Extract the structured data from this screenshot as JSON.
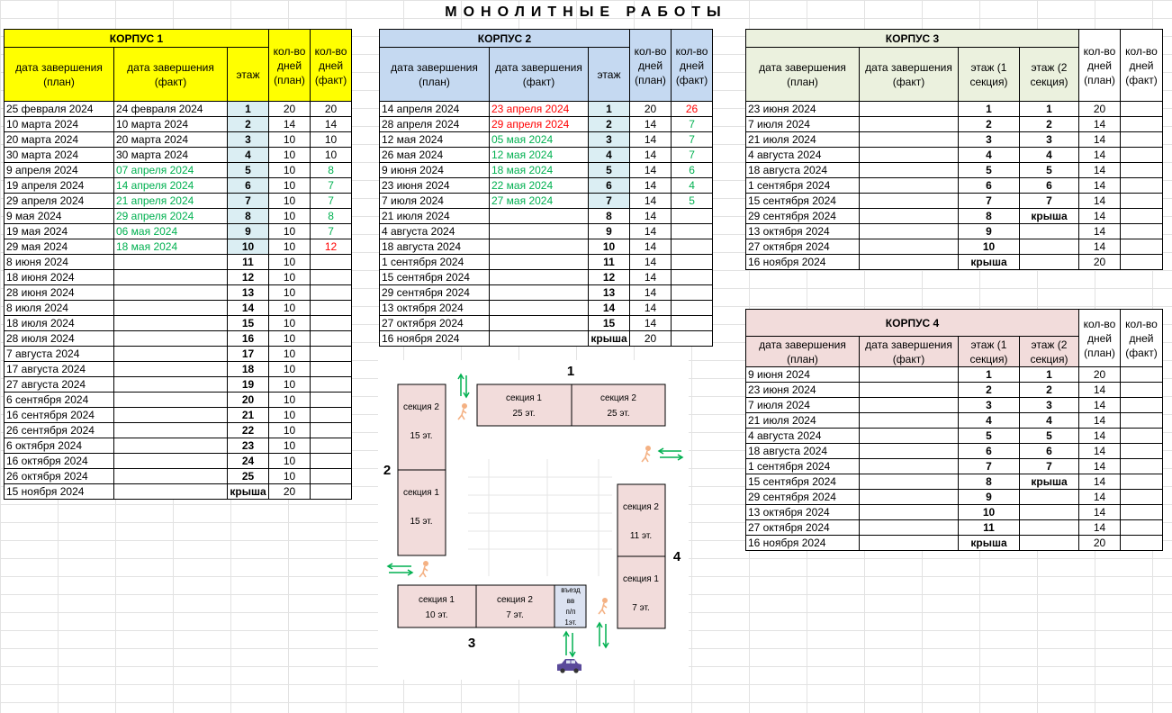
{
  "title": "МОНОЛИТНЫЕ РАБОТЫ",
  "colors": {
    "k1": "#ffff00",
    "k2": "#c5d9f1",
    "k3": "#ebf1de",
    "k4": "#f2dcdb",
    "floor_bg": "#dbeef3",
    "green": "#00b050",
    "red": "#ff0000",
    "building": "#f2dcdb",
    "car": "#5a4a9a",
    "person": "#f4b183"
  },
  "headers": {
    "plan": "дата завершения (план)",
    "fact": "дата завершения (факт)",
    "floor": "этаж",
    "floor1": "этаж (1 секция)",
    "floor2": "этаж (2 секция)",
    "days_plan": "кол-во дней (план)",
    "days_fact": "кол-во дней (факт)"
  },
  "k1": {
    "name": "КОРПУС 1",
    "rows": [
      {
        "plan": "25 февраля 2024",
        "fact": "24 февраля 2024",
        "fc": "b",
        "floor": "1",
        "dp": "20",
        "df": "20",
        "dc": "b"
      },
      {
        "plan": "10 марта 2024",
        "fact": "10 марта 2024",
        "fc": "b",
        "floor": "2",
        "dp": "14",
        "df": "14",
        "dc": "b"
      },
      {
        "plan": "20 марта 2024",
        "fact": "20 марта 2024",
        "fc": "b",
        "floor": "3",
        "dp": "10",
        "df": "10",
        "dc": "b"
      },
      {
        "plan": "30 марта 2024",
        "fact": "30 марта 2024",
        "fc": "b",
        "floor": "4",
        "dp": "10",
        "df": "10",
        "dc": "b"
      },
      {
        "plan": "9 апреля 2024",
        "fact": "07 апреля 2024",
        "fc": "g",
        "floor": "5",
        "dp": "10",
        "df": "8",
        "dc": "g"
      },
      {
        "plan": "19 апреля 2024",
        "fact": "14 апреля 2024",
        "fc": "g",
        "floor": "6",
        "dp": "10",
        "df": "7",
        "dc": "g"
      },
      {
        "plan": "29 апреля 2024",
        "fact": "21 апреля 2024",
        "fc": "g",
        "floor": "7",
        "dp": "10",
        "df": "7",
        "dc": "g"
      },
      {
        "plan": "9 мая 2024",
        "fact": "29 апреля 2024",
        "fc": "g",
        "floor": "8",
        "dp": "10",
        "df": "8",
        "dc": "g"
      },
      {
        "plan": "19 мая 2024",
        "fact": "06 мая 2024",
        "fc": "g",
        "floor": "9",
        "dp": "10",
        "df": "7",
        "dc": "g"
      },
      {
        "plan": "29 мая 2024",
        "fact": "18 мая 2024",
        "fc": "g",
        "floor": "10",
        "dp": "10",
        "df": "12",
        "dc": "r"
      },
      {
        "plan": "8 июня 2024",
        "fact": "",
        "fc": "b",
        "floor": "11",
        "dp": "10",
        "df": "",
        "dc": "b"
      },
      {
        "plan": "18 июня 2024",
        "fact": "",
        "fc": "b",
        "floor": "12",
        "dp": "10",
        "df": "",
        "dc": "b"
      },
      {
        "plan": "28 июня 2024",
        "fact": "",
        "fc": "b",
        "floor": "13",
        "dp": "10",
        "df": "",
        "dc": "b"
      },
      {
        "plan": "8 июля 2024",
        "fact": "",
        "fc": "b",
        "floor": "14",
        "dp": "10",
        "df": "",
        "dc": "b"
      },
      {
        "plan": "18 июля 2024",
        "fact": "",
        "fc": "b",
        "floor": "15",
        "dp": "10",
        "df": "",
        "dc": "b"
      },
      {
        "plan": "28 июля 2024",
        "fact": "",
        "fc": "b",
        "floor": "16",
        "dp": "10",
        "df": "",
        "dc": "b"
      },
      {
        "plan": "7 августа 2024",
        "fact": "",
        "fc": "b",
        "floor": "17",
        "dp": "10",
        "df": "",
        "dc": "b"
      },
      {
        "plan": "17 августа 2024",
        "fact": "",
        "fc": "b",
        "floor": "18",
        "dp": "10",
        "df": "",
        "dc": "b"
      },
      {
        "plan": "27 августа 2024",
        "fact": "",
        "fc": "b",
        "floor": "19",
        "dp": "10",
        "df": "",
        "dc": "b"
      },
      {
        "plan": "6 сентября 2024",
        "fact": "",
        "fc": "b",
        "floor": "20",
        "dp": "10",
        "df": "",
        "dc": "b"
      },
      {
        "plan": "16 сентября 2024",
        "fact": "",
        "fc": "b",
        "floor": "21",
        "dp": "10",
        "df": "",
        "dc": "b"
      },
      {
        "plan": "26 сентября 2024",
        "fact": "",
        "fc": "b",
        "floor": "22",
        "dp": "10",
        "df": "",
        "dc": "b"
      },
      {
        "plan": "6 октября 2024",
        "fact": "",
        "fc": "b",
        "floor": "23",
        "dp": "10",
        "df": "",
        "dc": "b"
      },
      {
        "plan": "16 октября 2024",
        "fact": "",
        "fc": "b",
        "floor": "24",
        "dp": "10",
        "df": "",
        "dc": "b"
      },
      {
        "plan": "26 октября 2024",
        "fact": "",
        "fc": "b",
        "floor": "25",
        "dp": "10",
        "df": "",
        "dc": "b"
      },
      {
        "plan": "15 ноября 2024",
        "fact": "",
        "fc": "b",
        "floor": "крыша",
        "dp": "20",
        "df": "",
        "dc": "b"
      }
    ]
  },
  "k2": {
    "name": "КОРПУС 2",
    "rows": [
      {
        "plan": "14 апреля 2024",
        "fact": "23 апреля 2024",
        "fc": "r",
        "floor": "1",
        "dp": "20",
        "df": "26",
        "dc": "r"
      },
      {
        "plan": "28 апреля 2024",
        "fact": "29 апреля 2024",
        "fc": "r",
        "floor": "2",
        "dp": "14",
        "df": "7",
        "dc": "g"
      },
      {
        "plan": "12 мая 2024",
        "fact": "05 мая 2024",
        "fc": "g",
        "floor": "3",
        "dp": "14",
        "df": "7",
        "dc": "g"
      },
      {
        "plan": "26 мая 2024",
        "fact": "12 мая 2024",
        "fc": "g",
        "floor": "4",
        "dp": "14",
        "df": "7",
        "dc": "g"
      },
      {
        "plan": "9 июня 2024",
        "fact": "18 мая 2024",
        "fc": "g",
        "floor": "5",
        "dp": "14",
        "df": "6",
        "dc": "g"
      },
      {
        "plan": "23 июня 2024",
        "fact": "22 мая 2024",
        "fc": "g",
        "floor": "6",
        "dp": "14",
        "df": "4",
        "dc": "g"
      },
      {
        "plan": "7 июля 2024",
        "fact": "27 мая 2024",
        "fc": "g",
        "floor": "7",
        "dp": "14",
        "df": "5",
        "dc": "g"
      },
      {
        "plan": "21 июля 2024",
        "fact": "",
        "fc": "b",
        "floor": "8",
        "dp": "14",
        "df": "",
        "dc": "b"
      },
      {
        "plan": "4 августа 2024",
        "fact": "",
        "fc": "b",
        "floor": "9",
        "dp": "14",
        "df": "",
        "dc": "b"
      },
      {
        "plan": "18 августа 2024",
        "fact": "",
        "fc": "b",
        "floor": "10",
        "dp": "14",
        "df": "",
        "dc": "b"
      },
      {
        "plan": "1 сентября 2024",
        "fact": "",
        "fc": "b",
        "floor": "11",
        "dp": "14",
        "df": "",
        "dc": "b"
      },
      {
        "plan": "15 сентября 2024",
        "fact": "",
        "fc": "b",
        "floor": "12",
        "dp": "14",
        "df": "",
        "dc": "b"
      },
      {
        "plan": "29 сентября 2024",
        "fact": "",
        "fc": "b",
        "floor": "13",
        "dp": "14",
        "df": "",
        "dc": "b"
      },
      {
        "plan": "13 октября 2024",
        "fact": "",
        "fc": "b",
        "floor": "14",
        "dp": "14",
        "df": "",
        "dc": "b"
      },
      {
        "plan": "27 октября 2024",
        "fact": "",
        "fc": "b",
        "floor": "15",
        "dp": "14",
        "df": "",
        "dc": "b"
      },
      {
        "plan": "16 ноября 2024",
        "fact": "",
        "fc": "b",
        "floor": "крыша",
        "dp": "20",
        "df": "",
        "dc": "b"
      }
    ]
  },
  "k3": {
    "name": "КОРПУС 3",
    "rows": [
      {
        "plan": "23 июня 2024",
        "fact": "",
        "f1": "1",
        "f2": "1",
        "dp": "20",
        "df": ""
      },
      {
        "plan": "7 июля 2024",
        "fact": "",
        "f1": "2",
        "f2": "2",
        "dp": "14",
        "df": ""
      },
      {
        "plan": "21 июля 2024",
        "fact": "",
        "f1": "3",
        "f2": "3",
        "dp": "14",
        "df": ""
      },
      {
        "plan": "4 августа 2024",
        "fact": "",
        "f1": "4",
        "f2": "4",
        "dp": "14",
        "df": ""
      },
      {
        "plan": "18 августа 2024",
        "fact": "",
        "f1": "5",
        "f2": "5",
        "dp": "14",
        "df": ""
      },
      {
        "plan": "1 сентября 2024",
        "fact": "",
        "f1": "6",
        "f2": "6",
        "dp": "14",
        "df": ""
      },
      {
        "plan": "15 сентября 2024",
        "fact": "",
        "f1": "7",
        "f2": "7",
        "dp": "14",
        "df": ""
      },
      {
        "plan": "29 сентября 2024",
        "fact": "",
        "f1": "8",
        "f2": "крыша",
        "dp": "14",
        "df": ""
      },
      {
        "plan": "13 октября 2024",
        "fact": "",
        "f1": "9",
        "f2": "",
        "dp": "14",
        "df": ""
      },
      {
        "plan": "27 октября 2024",
        "fact": "",
        "f1": "10",
        "f2": "",
        "dp": "14",
        "df": ""
      },
      {
        "plan": "16 ноября 2024",
        "fact": "",
        "f1": "крыша",
        "f2": "",
        "dp": "20",
        "df": ""
      }
    ]
  },
  "k4": {
    "name": "КОРПУС 4",
    "rows": [
      {
        "plan": "9 июня 2024",
        "fact": "",
        "f1": "1",
        "f2": "1",
        "dp": "20",
        "df": ""
      },
      {
        "plan": "23 июня 2024",
        "fact": "",
        "f1": "2",
        "f2": "2",
        "dp": "14",
        "df": ""
      },
      {
        "plan": "7 июля 2024",
        "fact": "",
        "f1": "3",
        "f2": "3",
        "dp": "14",
        "df": ""
      },
      {
        "plan": "21 июля 2024",
        "fact": "",
        "f1": "4",
        "f2": "4",
        "dp": "14",
        "df": ""
      },
      {
        "plan": "4 августа 2024",
        "fact": "",
        "f1": "5",
        "f2": "5",
        "dp": "14",
        "df": ""
      },
      {
        "plan": "18 августа 2024",
        "fact": "",
        "f1": "6",
        "f2": "6",
        "dp": "14",
        "df": ""
      },
      {
        "plan": "1 сентября 2024",
        "fact": "",
        "f1": "7",
        "f2": "7",
        "dp": "14",
        "df": ""
      },
      {
        "plan": "15 сентября 2024",
        "fact": "",
        "f1": "8",
        "f2": "крыша",
        "dp": "14",
        "df": ""
      },
      {
        "plan": "29 сентября 2024",
        "fact": "",
        "f1": "9",
        "f2": "",
        "dp": "14",
        "df": ""
      },
      {
        "plan": "13 октября 2024",
        "fact": "",
        "f1": "10",
        "f2": "",
        "dp": "14",
        "df": ""
      },
      {
        "plan": "27 октября 2024",
        "fact": "",
        "f1": "11",
        "f2": "",
        "dp": "14",
        "df": ""
      },
      {
        "plan": "16 ноября 2024",
        "fact": "",
        "f1": "крыша",
        "f2": "",
        "dp": "20",
        "df": ""
      }
    ]
  },
  "diagram": {
    "b1": {
      "label": "1",
      "s1_name": "секция 1",
      "s1_floors": "25 эт.",
      "s2_name": "секция 2",
      "s2_floors": "25 эт."
    },
    "b2": {
      "label": "2",
      "s2_name": "секция 2",
      "s2_floors": "15 эт.",
      "s1_name": "секция 1",
      "s1_floors": "15 эт."
    },
    "b3": {
      "label": "3",
      "s1_name": "секция 1",
      "s1_floors": "10 эт.",
      "s2_name": "секция 2",
      "s2_floors": "7 эт.",
      "entry": [
        "въезд",
        "вв",
        "п/п",
        "1эт."
      ]
    },
    "b4": {
      "label": "4",
      "s2_name": "секция 2",
      "s2_floors": "11 эт.",
      "s1_name": "секция 1",
      "s1_floors": "7 эт."
    },
    "icons": [
      "pedestrian-icon",
      "two-way-arrow-icon",
      "car-icon"
    ]
  }
}
